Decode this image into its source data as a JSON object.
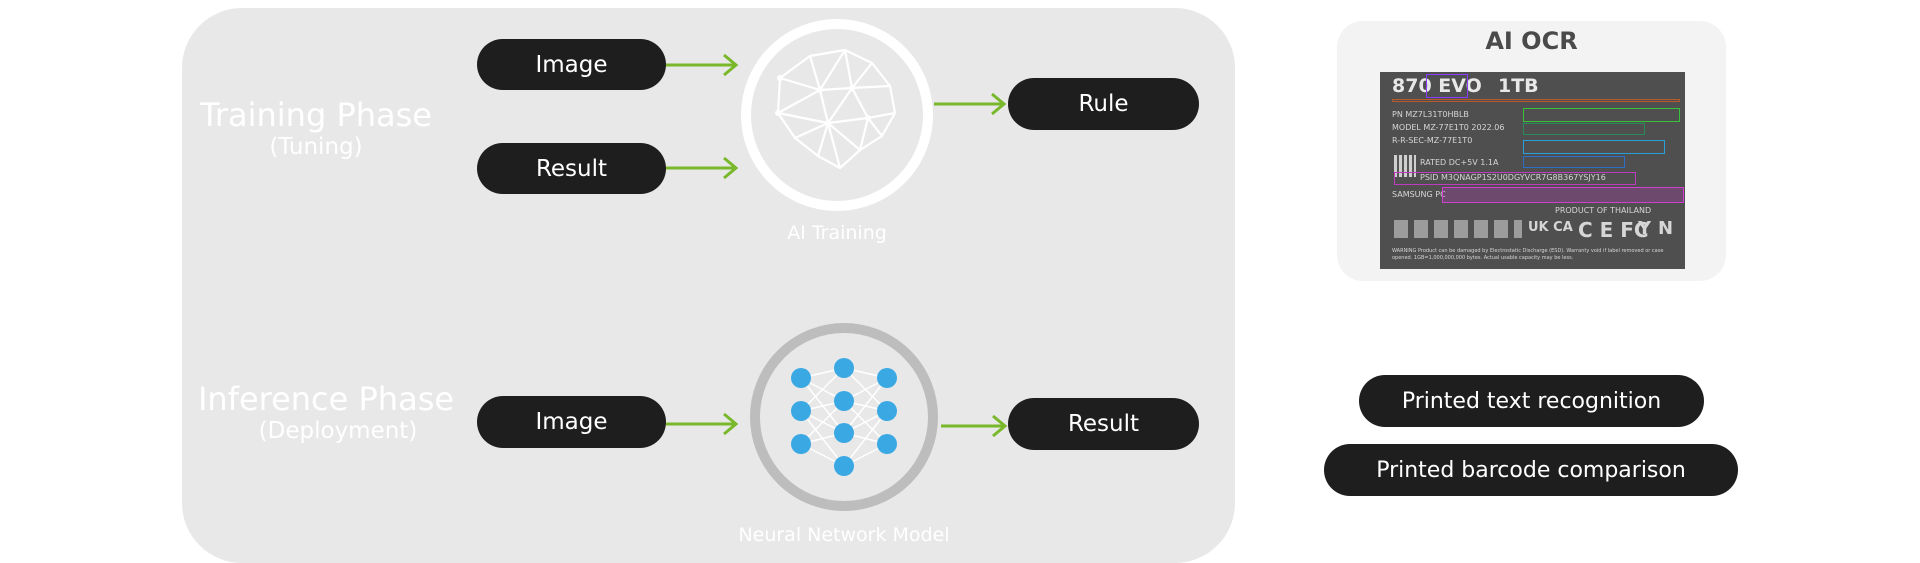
{
  "training": {
    "title": "Training Phase",
    "subtitle": "(Tuning)",
    "inputs": [
      "Image",
      "Result"
    ],
    "process_caption": "AI Training",
    "output": "Rule"
  },
  "inference": {
    "title": "Inference Phase",
    "subtitle": "(Deployment)",
    "input": "Image",
    "process_caption": "Neural Network Model",
    "output": "Result"
  },
  "ocr_card": {
    "title": "AI OCR",
    "label_lines": {
      "model_name": "870 EVO",
      "capacity": "1TB",
      "pn": "PN  MZ7L31T0HBLB",
      "model": "MODEL  MZ-77E1T0     2022.06",
      "rrsec": "R-R-SEC-MZ-77E1T0",
      "rated": "RATED DC+5V  1.1A",
      "psid": "PSID  M3QNAGP1S2U0DGYVCR7G8B367YSJY16",
      "samsung": "SAMSUNG PC",
      "product": "PRODUCT OF THAILAND",
      "warning": "WARNING Product can be damaged by Electrostatic Discharge (ESD). Warranty void if label removed or case opened. 1GB=1,000,000,000 bytes. Actual usable capacity may be less."
    },
    "marks": [
      "UK CA",
      "C E FC",
      "Y",
      "N"
    ]
  },
  "features": [
    "Printed text recognition",
    "Printed barcode comparison"
  ],
  "colors": {
    "panel": "#e8e8e8",
    "pill": "#1e1e1e",
    "arrow": "#78b82a",
    "node": "#3aa8e3",
    "ring_training": "#ffffff",
    "ring_inference": "#bdbdbd"
  }
}
